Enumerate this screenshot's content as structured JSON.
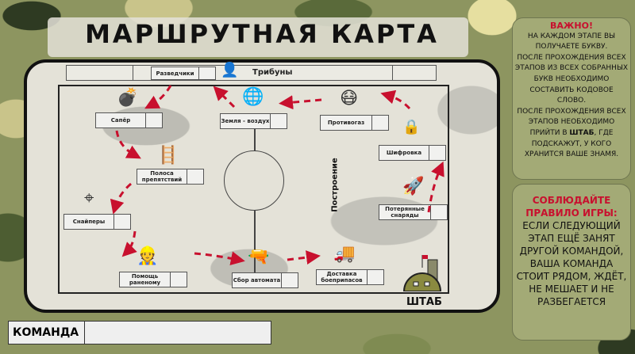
{
  "title": "МАРШРУТНАЯ КАРТА",
  "tribune": "Трибуны",
  "formation": "Построение",
  "hq": "ШТАБ",
  "team_label": "КОМАНДА",
  "team_value": "",
  "stations": [
    {
      "name": "Разведчики",
      "icon": "scout-icon"
    },
    {
      "name": "Сапёр",
      "icon": "bomb-icon"
    },
    {
      "name": "Земля - воздух",
      "icon": "globe-plane-icon"
    },
    {
      "name": "Противогаз",
      "icon": "gas-mask-icon"
    },
    {
      "name": "Шифровка",
      "icon": "lock-icon"
    },
    {
      "name": "Полоса препятствий",
      "icon": "obstacle-icon"
    },
    {
      "name": "Снайперы",
      "icon": "crosshair-icon"
    },
    {
      "name": "Потерянные снаряды",
      "icon": "shell-icon"
    },
    {
      "name": "Помощь раненому",
      "icon": "medic-icon"
    },
    {
      "name": "Сбор автомата",
      "icon": "rifle-icon"
    },
    {
      "name": "Доставка боеприпасов",
      "icon": "truck-icon"
    }
  ],
  "important": {
    "heading": "ВАЖНО!",
    "lines": [
      "НА КАЖДОМ ЭТАПЕ ВЫ ПОЛУЧАЕТЕ БУКВУ.",
      "ПОСЛЕ ПРОХОЖДЕНИЯ ВСЕХ ЭТАПОВ ИЗ ВСЕХ СОБРАННЫХ БУКВ НЕОБХОДИМО СОСТАВИТЬ КОДОВОЕ СЛОВО.",
      "ПОСЛЕ ПРОХОЖДЕНИЯ ВСЕХ ЭТАПОВ НЕОБХОДИМО ПРИЙТИ В",
      "ШТАБ",
      ", ГДЕ ПОДСКАЖУТ, У КОГО ХРАНИТСЯ ВАШЕ ЗНАМЯ."
    ]
  },
  "rule": {
    "heading": "СОБЛЮДАЙТЕ ПРАВИЛО ИГРЫ:",
    "text": "ЕСЛИ СЛЕДУЮЩИЙ ЭТАП ЕЩЁ ЗАНЯТ ДРУГОЙ КОМАНДОЙ, ВАША КОМАНДА СТОИТ РЯДОМ, ЖДЁТ, НЕ МЕШАЕТ И НЕ РАЗБЕГАЕТСЯ"
  },
  "colors": {
    "accent": "#c8102e",
    "panel": "#a3aa76"
  }
}
